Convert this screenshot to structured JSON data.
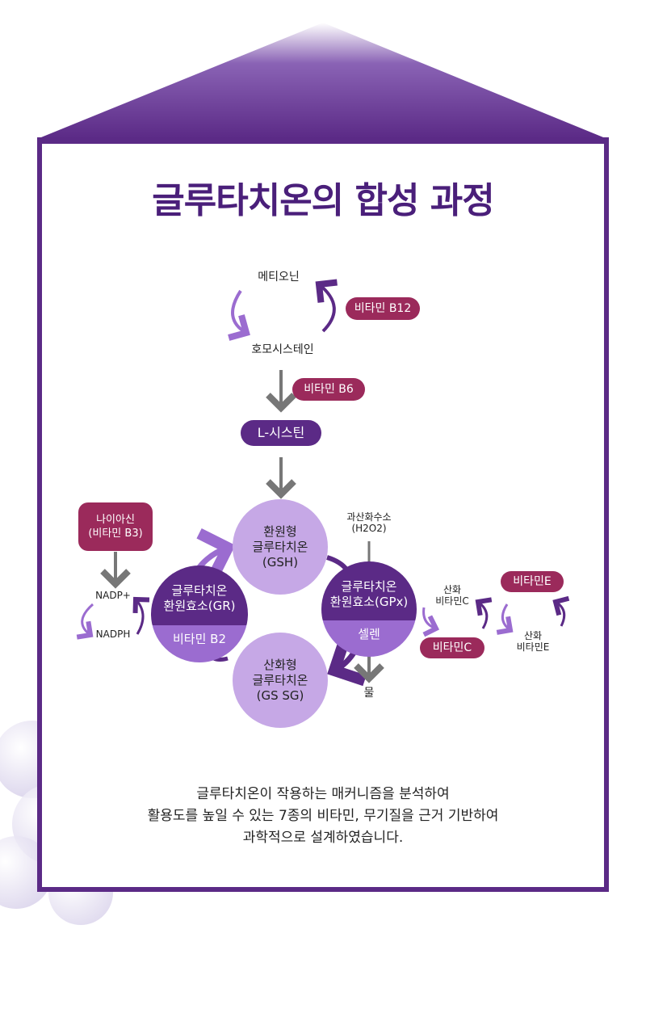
{
  "title": "글루타치온의 합성 과정",
  "diagram": {
    "methionine": "메티오닌",
    "homocysteine": "호모시스테인",
    "vitamin_b12": "비타민 B12",
    "vitamin_b6": "비타민 B6",
    "l_cysteine": "L-시스틴",
    "niacin_line1": "나이아신",
    "niacin_line2": "(비타민 B3)",
    "nadp_plus": "NADP+",
    "nadph": "NADPH",
    "gsh_line1": "환원형",
    "gsh_line2": "글루타치온",
    "gsh_line3": "(GSH)",
    "gr_line1": "글루타치온",
    "gr_line2": "환원효소(GR)",
    "gr_vitamin": "비타민 B2",
    "gpx_line1": "글루타치온",
    "gpx_line2": "환원효소(GPx)",
    "gpx_mineral": "셀렌",
    "gssg_line1": "산화형",
    "gssg_line2": "글루타치온",
    "gssg_line3": "(GS SG)",
    "h2o2_line1": "과산화수소",
    "h2o2_line2": "(H2O2)",
    "water": "물",
    "oxidized_vc_line1": "산화",
    "oxidized_vc_line2": "비타민C",
    "vitamin_c": "비타민C",
    "vitamin_e": "비타민E",
    "oxidized_ve_line1": "산화",
    "oxidized_ve_line2": "비타민E"
  },
  "description": {
    "line1": "글루타치온이 작용하는 매커니즘을 분석하여",
    "line2": "활용도를 높일 수 있는 7종의 비타민, 무기질을 근거 기반하여",
    "line3": "과학적으로 설계하였습니다."
  },
  "colors": {
    "primary": "#5b2a86",
    "accent": "#9b2a5b",
    "light": "#c6a8e6",
    "mid": "#9b6cd0"
  }
}
